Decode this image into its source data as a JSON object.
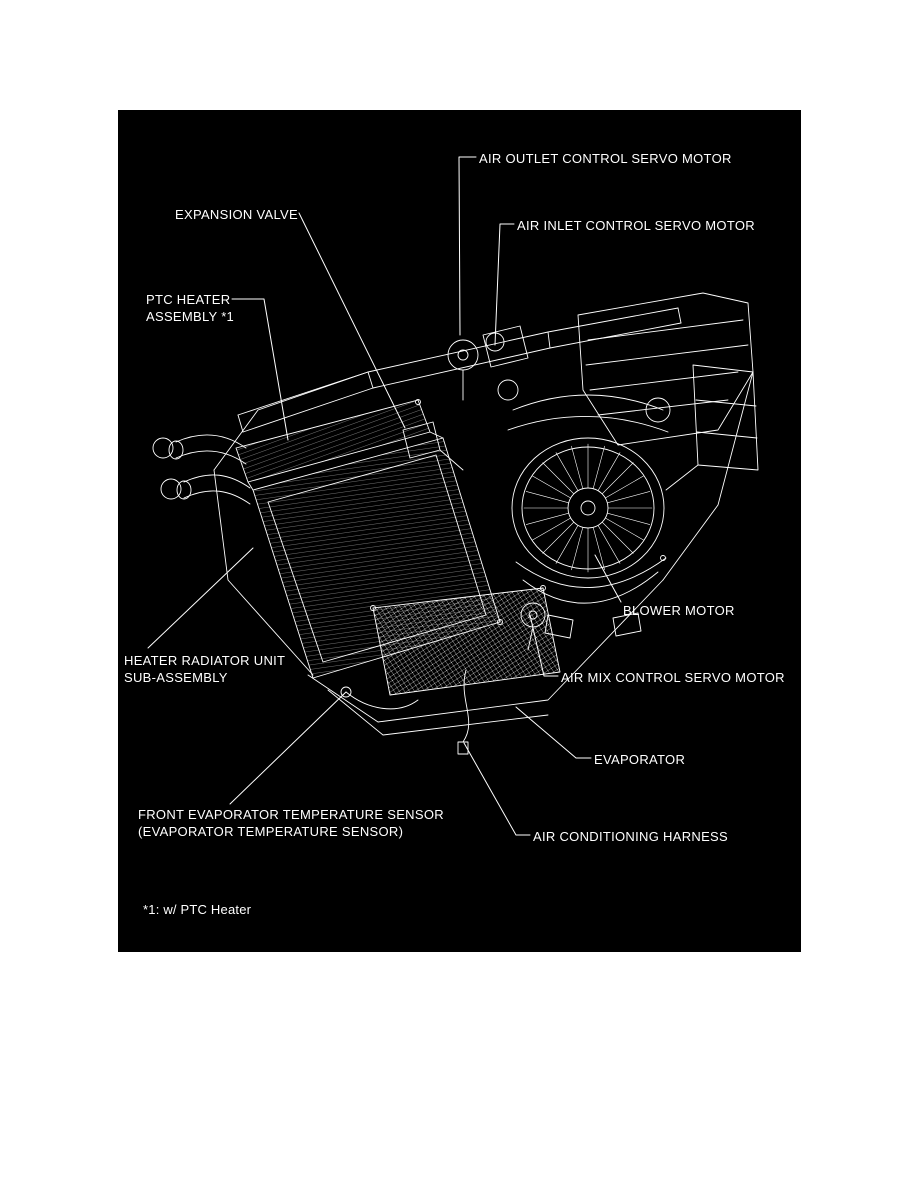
{
  "page": {
    "background_color": "#ffffff",
    "canvas_color": "#000000",
    "line_color": "#ffffff",
    "description": "HVAC unit exploded line-art diagram with component callouts"
  },
  "diagram": {
    "labels": {
      "air_outlet_servo": "AIR OUTLET CONTROL SERVO MOTOR",
      "expansion_valve": "EXPANSION VALVE",
      "air_inlet_servo": "AIR INLET CONTROL SERVO MOTOR",
      "ptc_heater": "PTC HEATER\nASSEMBLY *1",
      "blower_motor": "BLOWER MOTOR",
      "heater_radiator": "HEATER RADIATOR UNIT\nSUB-ASSEMBLY",
      "air_mix_servo": "AIR MIX CONTROL SERVO MOTOR",
      "evaporator": "EVAPORATOR",
      "front_evap_sensor": "FRONT EVAPORATOR TEMPERATURE SENSOR\n(EVAPORATOR TEMPERATURE SENSOR)",
      "ac_harness": "AIR CONDITIONING HARNESS",
      "footnote": "*1: w/ PTC Heater"
    }
  }
}
